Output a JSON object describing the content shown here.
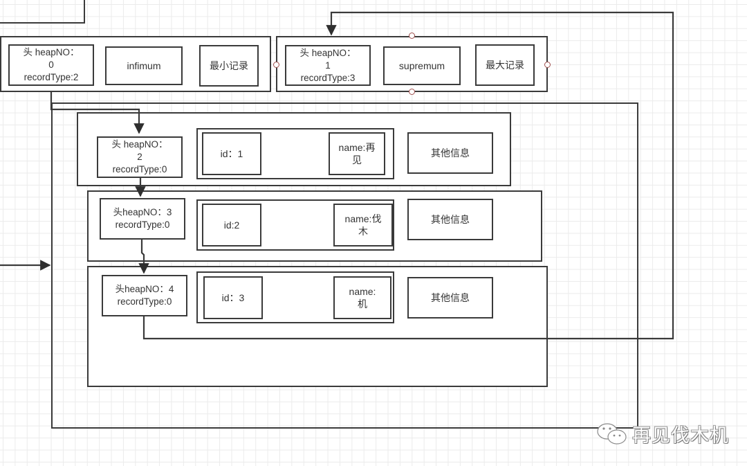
{
  "diagram": {
    "title": "InnoDB page record linked list",
    "system_records": [
      {
        "id": "infimum",
        "header": "头  heapNO：\n0\nrecordType:2",
        "name": "infimum",
        "desc": "最小记录"
      },
      {
        "id": "supremum",
        "header": "头  heapNO：\n1\nrecordType:3",
        "name": "supremum",
        "desc": "最大记录"
      }
    ],
    "user_records": [
      {
        "header": "头  heapNO：\n2\nrecordType:0",
        "id_field": "id：1",
        "name_field": "name:再\n见",
        "other": "其他信息"
      },
      {
        "header": "头heapNO：3\nrecordType:0",
        "id_field": "id:2",
        "name_field": "name:伐\n木",
        "other": "其他信息"
      },
      {
        "header": "头heapNO：4\nrecordType:0",
        "id_field": "id：3",
        "name_field": "name:\n机",
        "other": "其他信息"
      }
    ],
    "links": [
      {
        "from": "infimum",
        "to": "record-1"
      },
      {
        "from": "record-1",
        "to": "record-2"
      },
      {
        "from": "record-2",
        "to": "record-3"
      },
      {
        "from": "record-3",
        "to": "supremum"
      }
    ],
    "colors": {
      "stroke": "#3a3a3a",
      "grid": "#ebebeb",
      "handle": "#a0504e"
    }
  },
  "watermark": {
    "icon": "wechat-icon",
    "text": "再见伐木机"
  }
}
